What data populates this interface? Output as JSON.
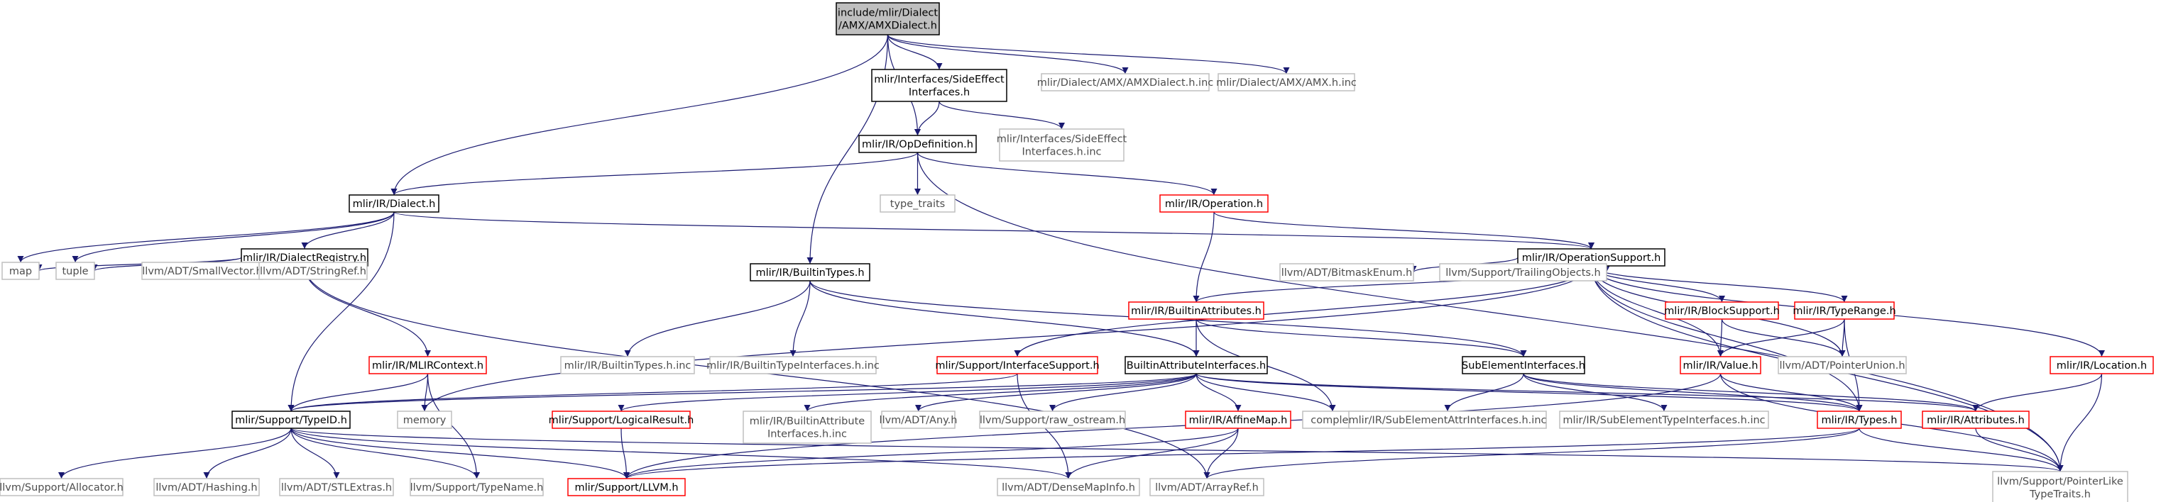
{
  "colors": {
    "edge": "#191970",
    "border_normal": "#000000",
    "border_doc": "#ff0000",
    "border_external": "#bfbfbf",
    "fill_root": "#bfbfbf",
    "fill_node": "#ffffff",
    "text_normal": "#000000",
    "text_external": "#4d4d4d"
  },
  "nodes": {
    "root": {
      "lines": [
        "include/mlir/Dialect",
        "/AMX/AMXDialect.h"
      ],
      "kind": "root"
    },
    "sideeffect": {
      "lines": [
        "mlir/Interfaces/SideEffect",
        "Interfaces.h"
      ],
      "kind": "normal"
    },
    "amxdialect_inc": {
      "lines": [
        "mlir/Dialect/AMX/AMXDialect.h.inc"
      ],
      "kind": "external"
    },
    "amx_inc": {
      "lines": [
        "mlir/Dialect/AMX/AMX.h.inc"
      ],
      "kind": "external"
    },
    "opdef": {
      "lines": [
        "mlir/IR/OpDefinition.h"
      ],
      "kind": "normal"
    },
    "sideeffect_inc": {
      "lines": [
        "mlir/Interfaces/SideEffect",
        "Interfaces.h.inc"
      ],
      "kind": "external"
    },
    "dialect": {
      "lines": [
        "mlir/IR/Dialect.h"
      ],
      "kind": "normal"
    },
    "type_traits": {
      "lines": [
        "type_traits"
      ],
      "kind": "external"
    },
    "operation": {
      "lines": [
        "mlir/IR/Operation.h"
      ],
      "kind": "doc"
    },
    "dialectregistry": {
      "lines": [
        "mlir/IR/DialectRegistry.h"
      ],
      "kind": "normal"
    },
    "opsupport": {
      "lines": [
        "mlir/IR/OperationSupport.h"
      ],
      "kind": "normal"
    },
    "map": {
      "lines": [
        "map"
      ],
      "kind": "external"
    },
    "tuple": {
      "lines": [
        "tuple"
      ],
      "kind": "external"
    },
    "smallvector": {
      "lines": [
        "llvm/ADT/SmallVector.h"
      ],
      "kind": "external"
    },
    "stringref": {
      "lines": [
        "llvm/ADT/StringRef.h"
      ],
      "kind": "external"
    },
    "builtintypes": {
      "lines": [
        "mlir/IR/BuiltinTypes.h"
      ],
      "kind": "normal"
    },
    "builtinattrs": {
      "lines": [
        "mlir/IR/BuiltinAttributes.h"
      ],
      "kind": "doc"
    },
    "bitmaskenum": {
      "lines": [
        "llvm/ADT/BitmaskEnum.h"
      ],
      "kind": "external"
    },
    "trailingobjects": {
      "lines": [
        "llvm/Support/TrailingObjects.h"
      ],
      "kind": "external"
    },
    "blocksupport": {
      "lines": [
        "mlir/IR/BlockSupport.h"
      ],
      "kind": "doc"
    },
    "typerange": {
      "lines": [
        "mlir/IR/TypeRange.h"
      ],
      "kind": "doc"
    },
    "mlircontext": {
      "lines": [
        "mlir/IR/MLIRContext.h"
      ],
      "kind": "doc"
    },
    "builtintypes_inc": {
      "lines": [
        "mlir/IR/BuiltinTypes.h.inc"
      ],
      "kind": "external"
    },
    "builtintypeiface_inc": {
      "lines": [
        "mlir/IR/BuiltinTypeInterfaces.h.inc"
      ],
      "kind": "external"
    },
    "ifacesupport": {
      "lines": [
        "mlir/Support/InterfaceSupport.h"
      ],
      "kind": "doc"
    },
    "builtinattriface": {
      "lines": [
        "BuiltinAttributeInterfaces.h"
      ],
      "kind": "normal"
    },
    "subelementiface": {
      "lines": [
        "SubElementInterfaces.h"
      ],
      "kind": "normal"
    },
    "value": {
      "lines": [
        "mlir/IR/Value.h"
      ],
      "kind": "doc"
    },
    "pointerunion": {
      "lines": [
        "llvm/ADT/PointerUnion.h"
      ],
      "kind": "external"
    },
    "location": {
      "lines": [
        "mlir/IR/Location.h"
      ],
      "kind": "doc"
    },
    "memory": {
      "lines": [
        "memory"
      ],
      "kind": "external"
    },
    "typeid": {
      "lines": [
        "mlir/Support/TypeID.h"
      ],
      "kind": "normal"
    },
    "logicalresult": {
      "lines": [
        "mlir/Support/LogicalResult.h"
      ],
      "kind": "doc"
    },
    "builtinattriface_inc": {
      "lines": [
        "mlir/IR/BuiltinAttribute",
        "Interfaces.h.inc"
      ],
      "kind": "external"
    },
    "any": {
      "lines": [
        "llvm/ADT/Any.h"
      ],
      "kind": "external"
    },
    "raw_ostream": {
      "lines": [
        "llvm/Support/raw_ostream.h"
      ],
      "kind": "external"
    },
    "affinemap": {
      "lines": [
        "mlir/IR/AffineMap.h"
      ],
      "kind": "doc"
    },
    "complex": {
      "lines": [
        "complex"
      ],
      "kind": "external"
    },
    "subelemattr_inc": {
      "lines": [
        "mlir/IR/SubElementAttrInterfaces.h.inc"
      ],
      "kind": "external"
    },
    "subelemtype_inc": {
      "lines": [
        "mlir/IR/SubElementTypeInterfaces.h.inc"
      ],
      "kind": "external"
    },
    "types": {
      "lines": [
        "mlir/IR/Types.h"
      ],
      "kind": "doc"
    },
    "attributes": {
      "lines": [
        "mlir/IR/Attributes.h"
      ],
      "kind": "doc"
    },
    "allocator": {
      "lines": [
        "llvm/Support/Allocator.h"
      ],
      "kind": "external"
    },
    "hashing": {
      "lines": [
        "llvm/ADT/Hashing.h"
      ],
      "kind": "external"
    },
    "stlextras": {
      "lines": [
        "llvm/ADT/STLExtras.h"
      ],
      "kind": "external"
    },
    "typename": {
      "lines": [
        "llvm/Support/TypeName.h"
      ],
      "kind": "external"
    },
    "llvm_h": {
      "lines": [
        "mlir/Support/LLVM.h"
      ],
      "kind": "doc"
    },
    "densemapinfo": {
      "lines": [
        "llvm/ADT/DenseMapInfo.h"
      ],
      "kind": "external"
    },
    "arrayref": {
      "lines": [
        "llvm/ADT/ArrayRef.h"
      ],
      "kind": "external"
    },
    "pointerliketypetraits": {
      "lines": [
        "llvm/Support/PointerLike",
        "TypeTraits.h"
      ],
      "kind": "external"
    }
  },
  "edges": [
    [
      "root",
      "sideeffect"
    ],
    [
      "root",
      "amxdialect_inc"
    ],
    [
      "root",
      "amx_inc"
    ],
    [
      "root",
      "opdef"
    ],
    [
      "root",
      "dialect"
    ],
    [
      "root",
      "builtintypes"
    ],
    [
      "sideeffect",
      "opdef"
    ],
    [
      "sideeffect",
      "sideeffect_inc"
    ],
    [
      "opdef",
      "dialect"
    ],
    [
      "opdef",
      "type_traits"
    ],
    [
      "opdef",
      "operation"
    ],
    [
      "opdef",
      "pointerliketypetraits"
    ],
    [
      "dialect",
      "dialectregistry"
    ],
    [
      "dialect",
      "opsupport"
    ],
    [
      "dialect",
      "map"
    ],
    [
      "dialect",
      "tuple"
    ],
    [
      "dialect",
      "typeid"
    ],
    [
      "operation",
      "opsupport"
    ],
    [
      "operation",
      "builtinattrs"
    ],
    [
      "dialectregistry",
      "map"
    ],
    [
      "dialectregistry",
      "tuple"
    ],
    [
      "dialectregistry",
      "smallvector"
    ],
    [
      "dialectregistry",
      "stringref"
    ],
    [
      "dialectregistry",
      "mlircontext"
    ],
    [
      "dialectregistry",
      "arrayref"
    ],
    [
      "opsupport",
      "builtinattrs"
    ],
    [
      "opsupport",
      "bitmaskenum"
    ],
    [
      "opsupport",
      "trailingobjects"
    ],
    [
      "opsupport",
      "blocksupport"
    ],
    [
      "opsupport",
      "typerange"
    ],
    [
      "opsupport",
      "location"
    ],
    [
      "opsupport",
      "ifacesupport"
    ],
    [
      "opsupport",
      "value"
    ],
    [
      "opsupport",
      "pointerunion"
    ],
    [
      "opsupport",
      "types"
    ],
    [
      "opsupport",
      "pointerliketypetraits"
    ],
    [
      "opsupport",
      "memory"
    ],
    [
      "builtintypes",
      "builtintypes_inc"
    ],
    [
      "builtintypes",
      "builtintypeiface_inc"
    ],
    [
      "builtintypes",
      "builtinattriface"
    ],
    [
      "builtintypes",
      "subelementiface"
    ],
    [
      "builtinattrs",
      "builtinattriface"
    ],
    [
      "builtinattrs",
      "subelementiface"
    ],
    [
      "builtinattrs",
      "complex"
    ],
    [
      "blocksupport",
      "value"
    ],
    [
      "blocksupport",
      "pointerunion"
    ],
    [
      "typerange",
      "value"
    ],
    [
      "typerange",
      "pointerunion"
    ],
    [
      "typerange",
      "types"
    ],
    [
      "mlircontext",
      "memory"
    ],
    [
      "mlircontext",
      "typeid"
    ],
    [
      "mlircontext",
      "typename"
    ],
    [
      "ifacesupport",
      "typeid"
    ],
    [
      "ifacesupport",
      "densemapinfo"
    ],
    [
      "builtinattriface",
      "affinemap"
    ],
    [
      "builtinattriface",
      "complex"
    ],
    [
      "builtinattriface",
      "logicalresult"
    ],
    [
      "builtinattriface",
      "builtinattriface_inc"
    ],
    [
      "builtinattriface",
      "any"
    ],
    [
      "builtinattriface",
      "raw_ostream"
    ],
    [
      "builtinattriface",
      "types"
    ],
    [
      "builtinattriface",
      "attributes"
    ],
    [
      "builtinattriface",
      "typeid"
    ],
    [
      "subelementiface",
      "subelemattr_inc"
    ],
    [
      "subelementiface",
      "subelemtype_inc"
    ],
    [
      "subelementiface",
      "attributes"
    ],
    [
      "subelementiface",
      "types"
    ],
    [
      "value",
      "types"
    ],
    [
      "value",
      "llvm_h"
    ],
    [
      "value",
      "pointerliketypetraits"
    ],
    [
      "location",
      "attributes"
    ],
    [
      "location",
      "pointerliketypetraits"
    ],
    [
      "typeid",
      "allocator"
    ],
    [
      "typeid",
      "hashing"
    ],
    [
      "typeid",
      "stlextras"
    ],
    [
      "typeid",
      "typename"
    ],
    [
      "typeid",
      "llvm_h"
    ],
    [
      "typeid",
      "densemapinfo"
    ],
    [
      "typeid",
      "pointerliketypetraits"
    ],
    [
      "logicalresult",
      "llvm_h"
    ],
    [
      "affinemap",
      "llvm_h"
    ],
    [
      "affinemap",
      "densemapinfo"
    ],
    [
      "affinemap",
      "arrayref"
    ],
    [
      "types",
      "llvm_h"
    ],
    [
      "types",
      "arrayref"
    ],
    [
      "types",
      "pointerliketypetraits"
    ],
    [
      "attributes",
      "pointerliketypetraits"
    ]
  ]
}
